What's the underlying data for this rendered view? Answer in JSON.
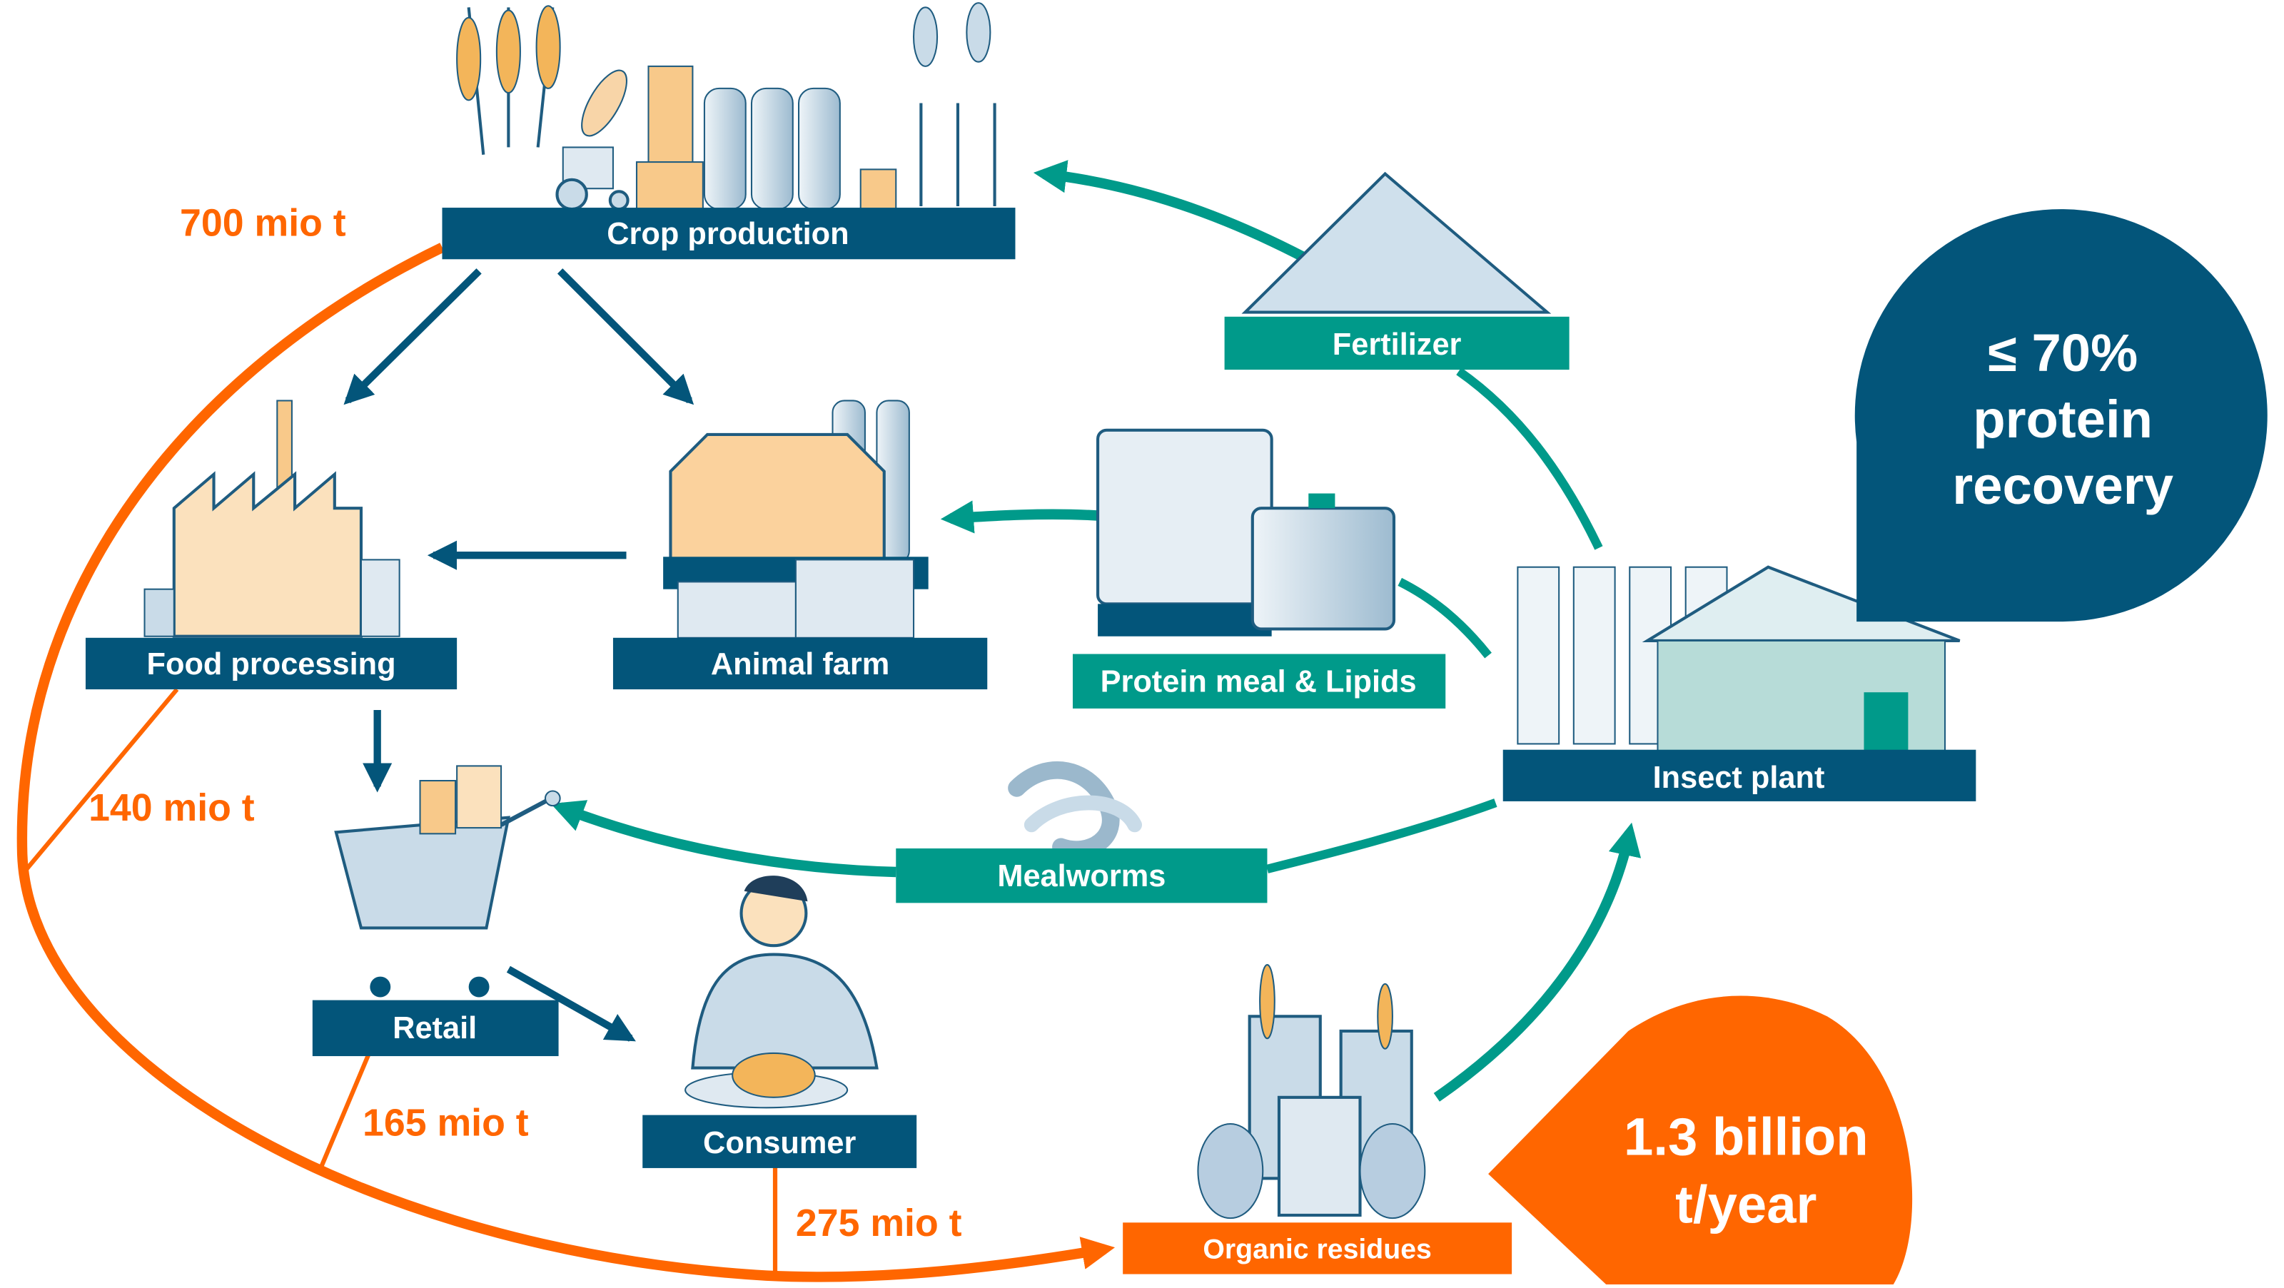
{
  "colors": {
    "navy": "#03557a",
    "teal": "#009a8a",
    "orange": "#ff6600",
    "illustration_light_blue": "#c9dbe8",
    "illustration_tan": "#f8c98a"
  },
  "nodes": {
    "crop_production": {
      "label": "Crop production",
      "icon": "crop-field-silo-illustration"
    },
    "food_processing": {
      "label": "Food processing",
      "icon": "factory-illustration"
    },
    "animal_farm": {
      "label": "Animal farm",
      "icon": "barn-chicken-fish-illustration"
    },
    "retail": {
      "label": "Retail",
      "icon": "shopping-cart-illustration"
    },
    "consumer": {
      "label": "Consumer",
      "icon": "man-eating-illustration"
    },
    "organic_residues": {
      "label": "Organic residues",
      "icon": "trash-bins-illustration"
    },
    "insect_plant": {
      "label": "Insect plant",
      "icon": "insect-plant-building-illustration"
    },
    "fertilizer": {
      "label": "Fertilizer",
      "icon": "fertilizer-pile-illustration"
    },
    "protein_meal": {
      "label": "Protein meal & Lipids",
      "icon": "sacks-and-tank-illustration"
    },
    "mealworms": {
      "label": "Mealworms",
      "icon": "mealworms-illustration"
    }
  },
  "waste_flows": [
    {
      "source": "Crop production",
      "label": "700 mio t"
    },
    {
      "source": "Food processing",
      "label": "140 mio t"
    },
    {
      "source": "Retail",
      "label": "165 mio t"
    },
    {
      "source": "Consumer",
      "label": "275 mio t"
    }
  ],
  "callouts": {
    "protein_recovery": {
      "line1": "≤ 70%",
      "line2": "protein",
      "line3": "recovery"
    },
    "total_waste": {
      "line1": "1.3 billion",
      "line2": "t/year"
    }
  }
}
